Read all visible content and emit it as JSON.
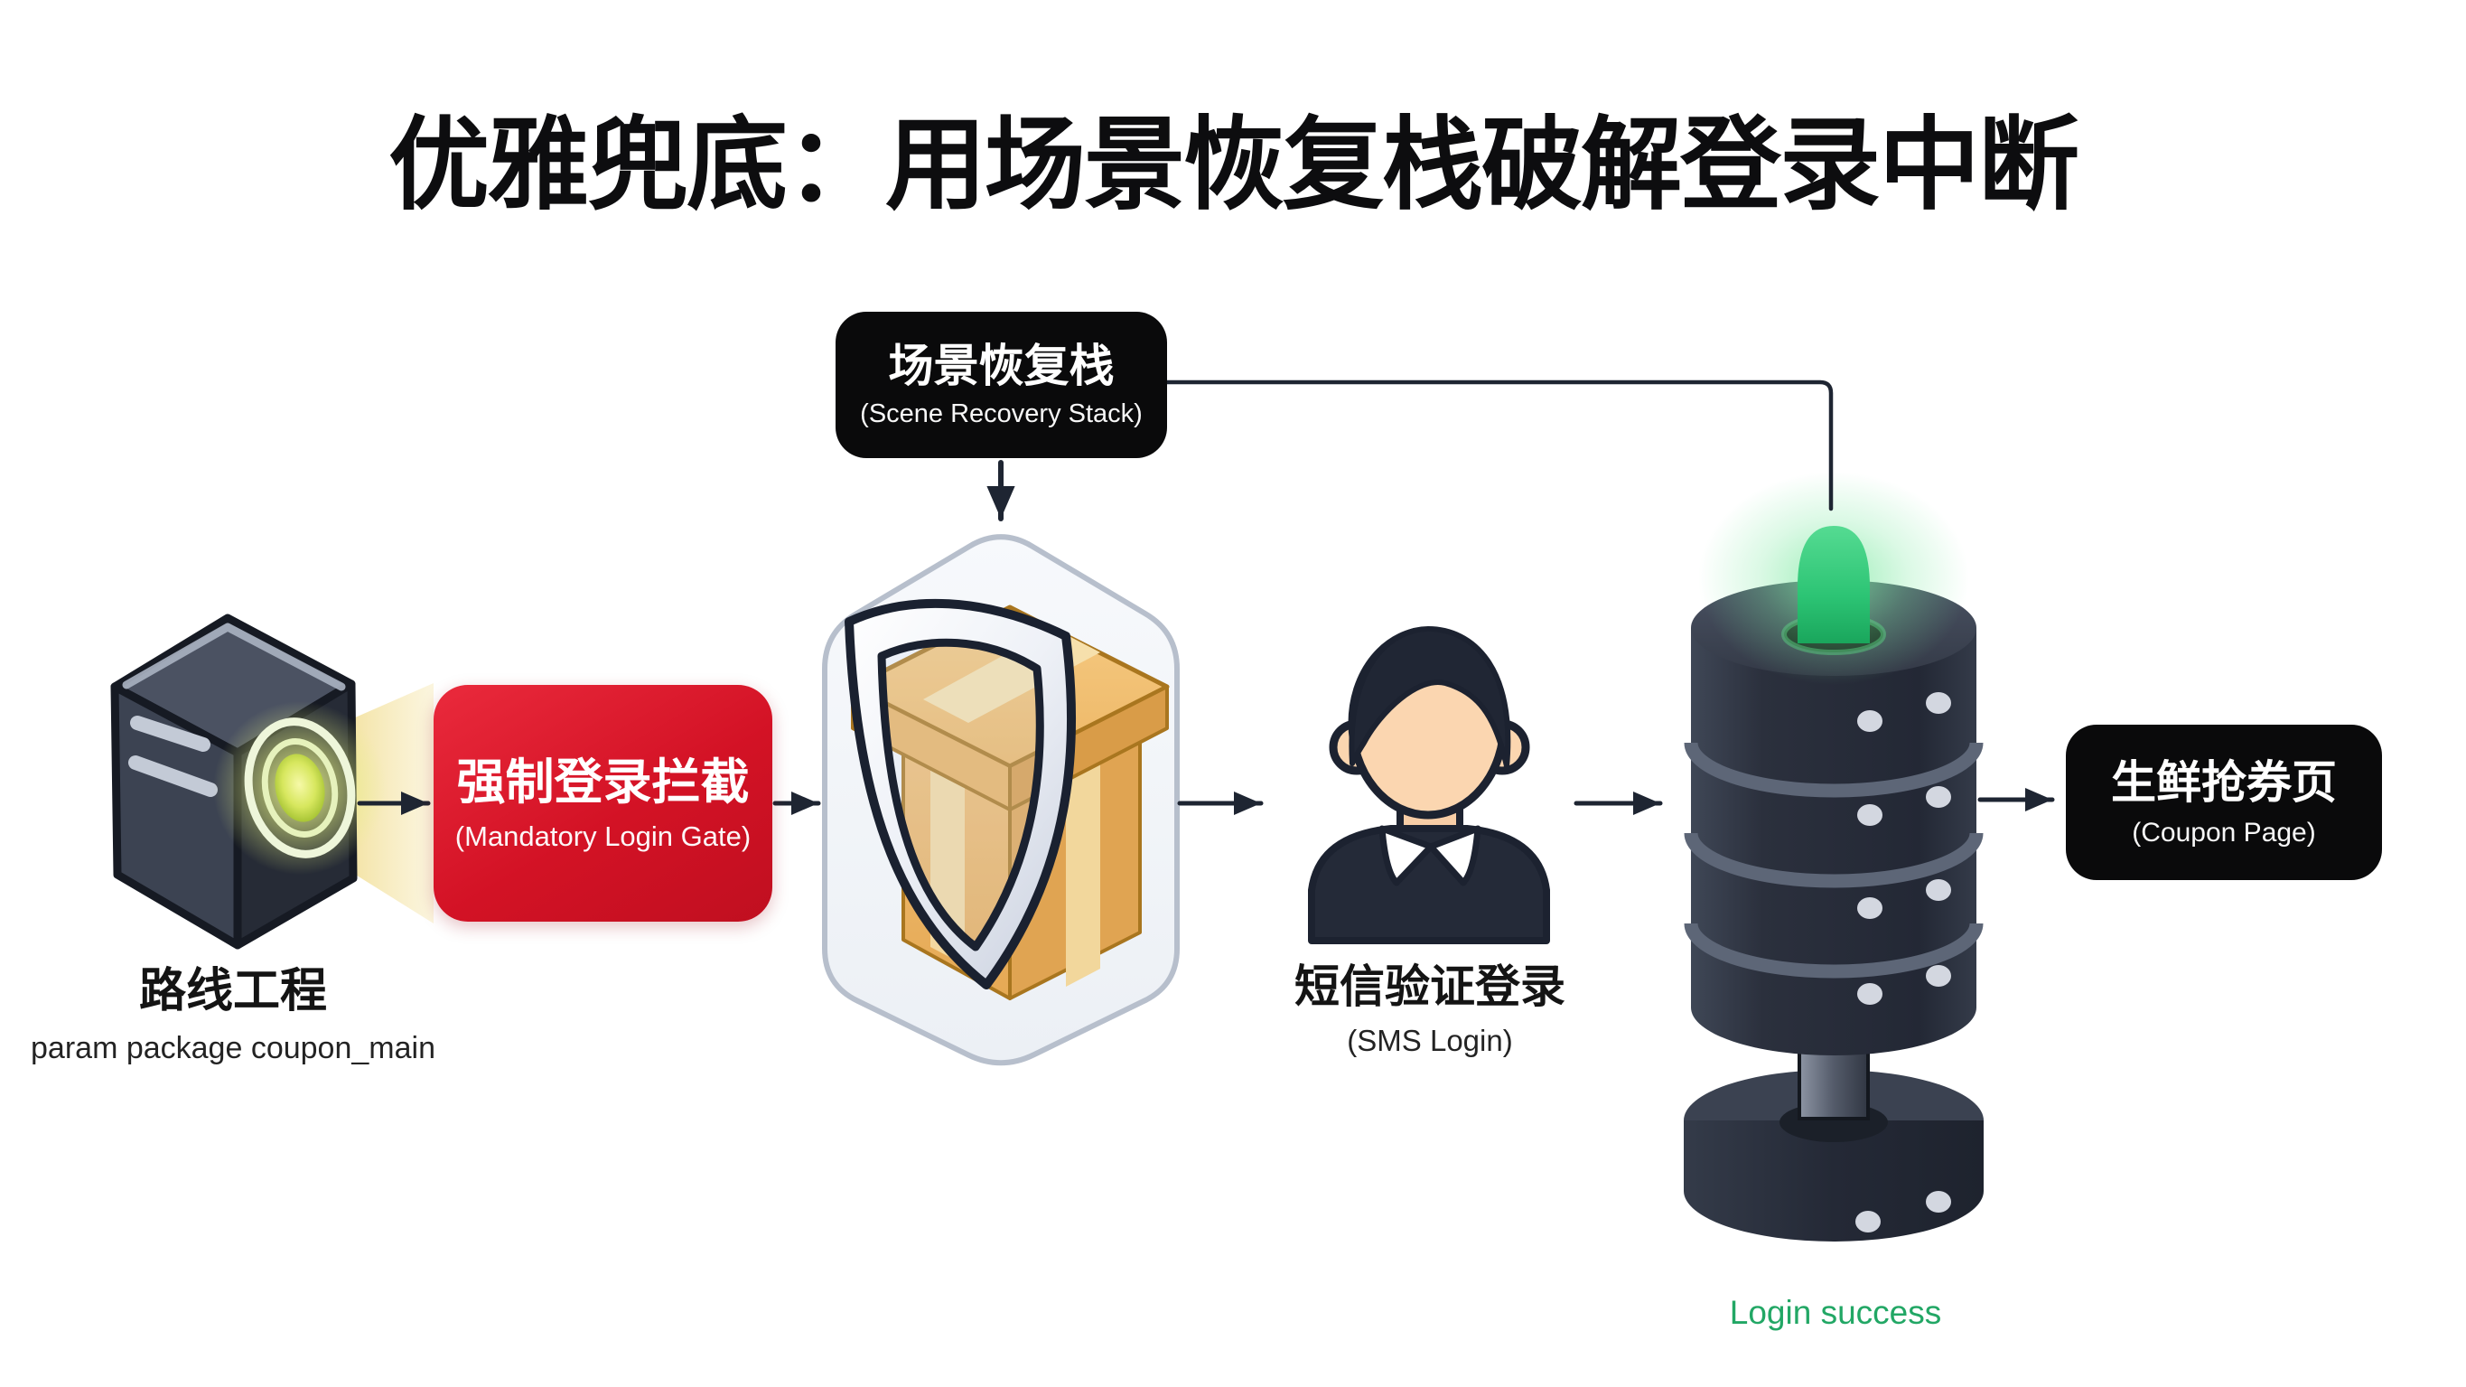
{
  "title": "优雅兜底：用场景恢复栈破解登录中断",
  "nodes": {
    "scene_stack": {
      "label": "场景恢复栈",
      "sublabel": "(Scene Recovery Stack)"
    },
    "route_engine": {
      "label": "路线工程",
      "sublabel": "param package coupon_main"
    },
    "login_gate": {
      "label": "强制登录拦截",
      "sublabel": "(Mandatory Login Gate)"
    },
    "sms_login": {
      "label": "短信验证登录",
      "sublabel": "(SMS Login)"
    },
    "coupon_page": {
      "label": "生鲜抢券页",
      "sublabel": "(Coupon Page)"
    },
    "login_status": {
      "label": "Login success"
    }
  },
  "icons": [
    "server-icon",
    "light-beam-icon",
    "hexagon-badge",
    "shield-package-icon",
    "user-icon",
    "database-stack-icon",
    "led-icon",
    "arrow-icon"
  ],
  "colors": {
    "gate_red": "#d31225",
    "box_black": "#0a0a0b",
    "arrow_navy": "#1e2532",
    "hex_fill": "#f2f5f9",
    "hex_border": "#b7bfcc",
    "package_orange": "#e8ab5c",
    "tape_cream": "#f6e0ac",
    "shield_outline": "#1a2130",
    "led_green": "#35c97e",
    "glow_green": "#7fe3a8",
    "success_green": "#22a765",
    "lens_yellow": "#cddf4a",
    "beam_yellow": "#f2df9a",
    "skin_tone": "#fbd6b0",
    "dark_slate": "#2b303d"
  }
}
